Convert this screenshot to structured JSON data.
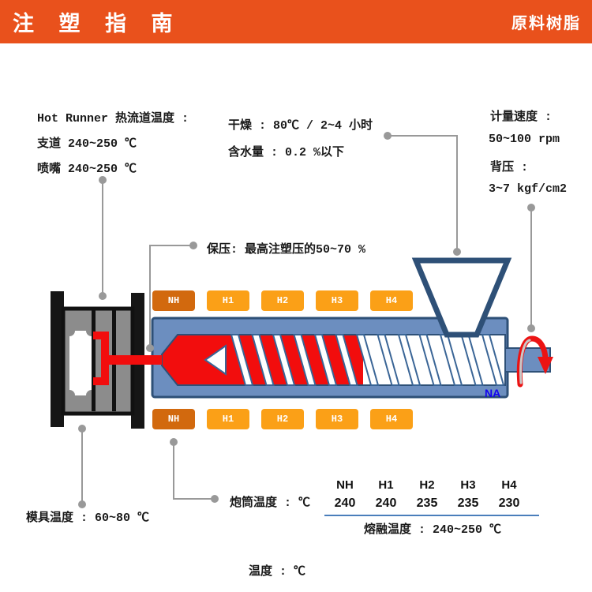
{
  "header": {
    "title": "注 塑 指 南",
    "right_label": "原料树脂"
  },
  "annotations": {
    "hot_runner": {
      "title": "Hot Runner 热流道温度 :",
      "branch": "支道 240~250 ℃",
      "nozzle": "喷嘴 240~250 ℃"
    },
    "drying": {
      "line1": "干燥 : 80℃ / 2~4 小时",
      "line2": "含水量 : 0.2 %以下"
    },
    "metering": {
      "label1": "计量速度 :",
      "value1": "50~100 rpm",
      "label2": "背压 :",
      "value2": "3~7 kgf/cm2"
    },
    "holding": {
      "text": "保压: 最高注塑压的50~70 %"
    },
    "mold_temp": {
      "text": "模具温度 : 60~80 ℃"
    },
    "barrel_temp": {
      "text": "炮筒温度 : ℃"
    },
    "bottom_temp": {
      "text": "温度 : ℃"
    }
  },
  "heaters": {
    "top": [
      "NH",
      "H1",
      "H2",
      "H3",
      "H4"
    ],
    "bottom": [
      "NH",
      "H1",
      "H2",
      "H3",
      "H4"
    ]
  },
  "machine": {
    "na_label": "NA"
  },
  "table": {
    "columns": [
      "NH",
      "H1",
      "H2",
      "H3",
      "H4"
    ],
    "values": [
      "240",
      "240",
      "235",
      "235",
      "230"
    ],
    "melt_temp": "熔融温度 : 240~250 ℃"
  },
  "colors": {
    "banner": "#E9511C",
    "heater_nh": "#D2690E",
    "heater_h": "#FBA017",
    "barrel_fill": "#6C8EBF",
    "barrel_stroke": "#2E5077",
    "melt_red": "#F20D0D",
    "mold_gray": "#8C8C8C",
    "connector_gray": "#999999",
    "table_line_blue": "#4A7EBB",
    "na_blue": "#1203F0"
  }
}
